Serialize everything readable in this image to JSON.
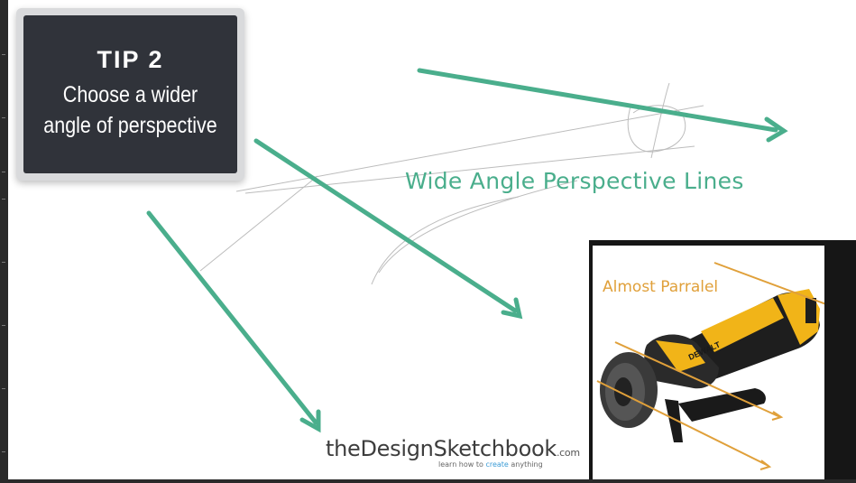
{
  "tip_card": {
    "title": "TIP 2",
    "line1": "Choose a wider",
    "line2": "angle of perspective"
  },
  "heading": "Wide Angle Perspective Lines",
  "photo": {
    "label": "Almost Parralel",
    "brand_on_tool": "DEWALT"
  },
  "brand": {
    "the": "the",
    "design": "Design",
    "sketchbook": "Sketchbook",
    "com": ".com",
    "tagline_pre": "learn how to",
    "tagline_hl": "create",
    "tagline_post": "anything"
  },
  "colors": {
    "arrow_green": "#4aae8c",
    "card_dark": "#30333a",
    "orange": "#e0a03a",
    "tool_yellow": "#f1b418"
  }
}
